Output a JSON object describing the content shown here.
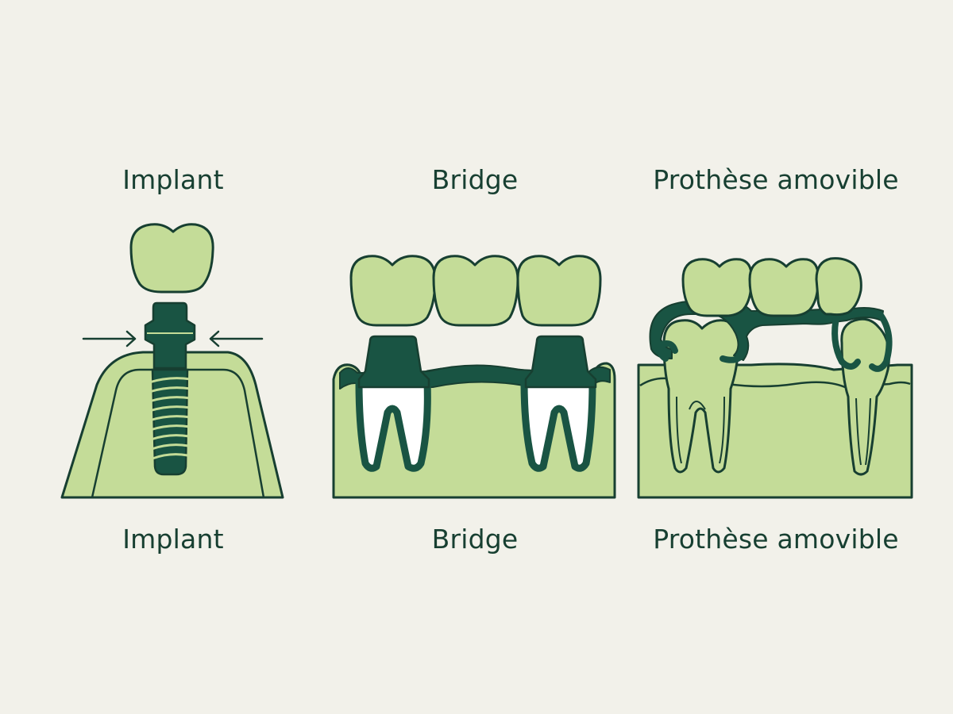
{
  "labels": {
    "implant": "Implant",
    "bridge": "Bridge",
    "removable": "Prothèse amovible"
  },
  "colors": {
    "background": "#f2f1ea",
    "light_green": "#c4dc98",
    "dark_green": "#195443",
    "outline": "#173f31",
    "root_white": "#ffffff"
  }
}
